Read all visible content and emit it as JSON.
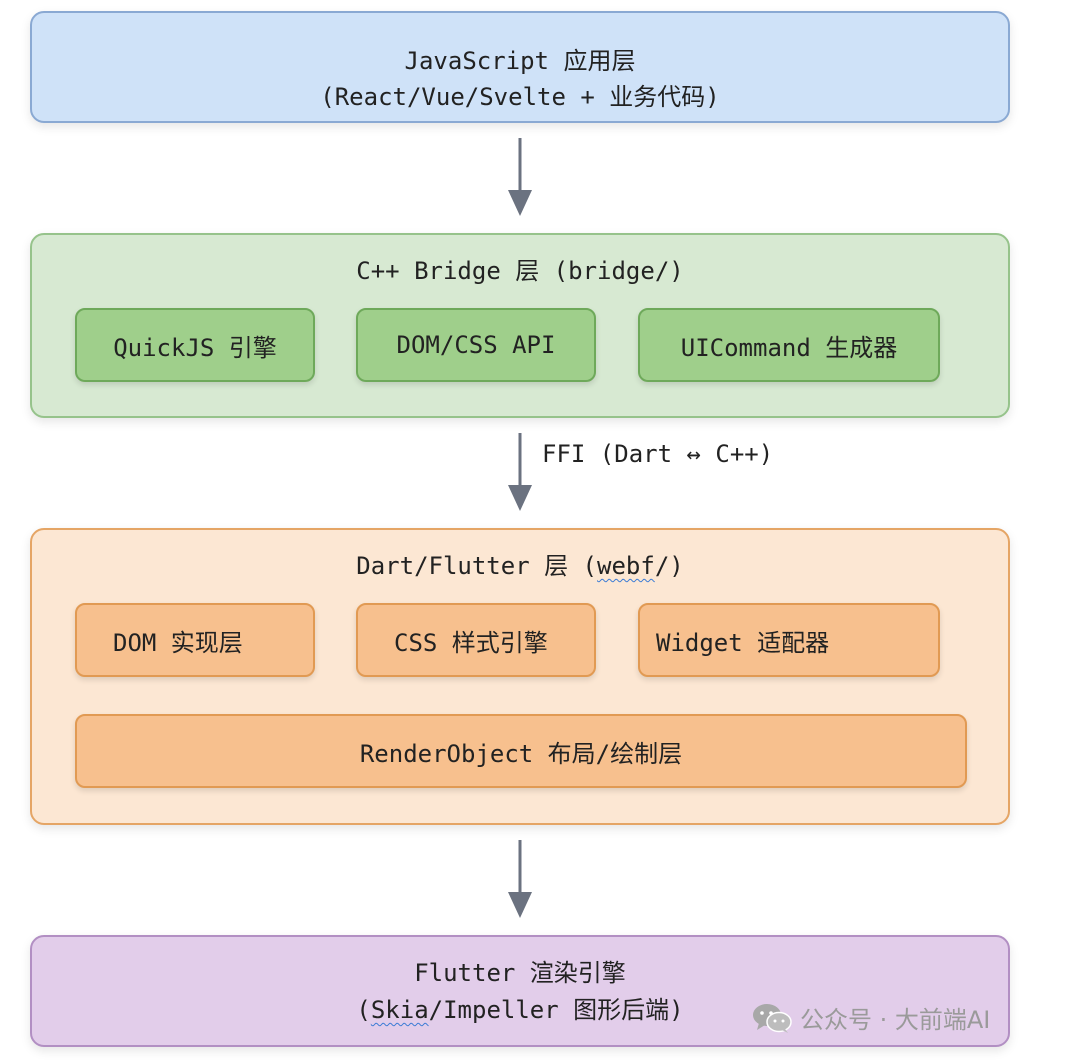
{
  "layers": {
    "js": {
      "title": "JavaScript 应用层",
      "subtitle": "(React/Vue/Svelte + 业务代码)"
    },
    "bridge": {
      "title": "C++ Bridge 层 (bridge/)",
      "items": [
        "QuickJS 引擎",
        "DOM/CSS API",
        "UICommand 生成器"
      ]
    },
    "dart": {
      "title_prefix": "Dart/Flutter 层 (",
      "title_underlined": "webf",
      "title_suffix": "/)",
      "items": [
        "DOM 实现层",
        "CSS 样式引擎",
        "Widget 适配器"
      ],
      "render": "RenderObject 布局/绘制层"
    },
    "flutter": {
      "title": "Flutter 渲染引擎",
      "subtitle_prefix": "(",
      "subtitle_underlined": "Skia",
      "subtitle_suffix": "/Impeller 图形后端)"
    }
  },
  "connectors": {
    "ffi_label": "FFI (Dart ↔ C++)"
  },
  "colors": {
    "js_fill": "#cfe2f8",
    "bridge_fill": "#d7e9d2",
    "bridge_item": "#9fcf8b",
    "dart_fill": "#fce7d3",
    "dart_item": "#f7c08e",
    "flutter_fill": "#e2cdea",
    "arrow": "#6b7280"
  },
  "watermark": {
    "icon": "wechat-icon",
    "text": "公众号 · 大前端AI"
  }
}
